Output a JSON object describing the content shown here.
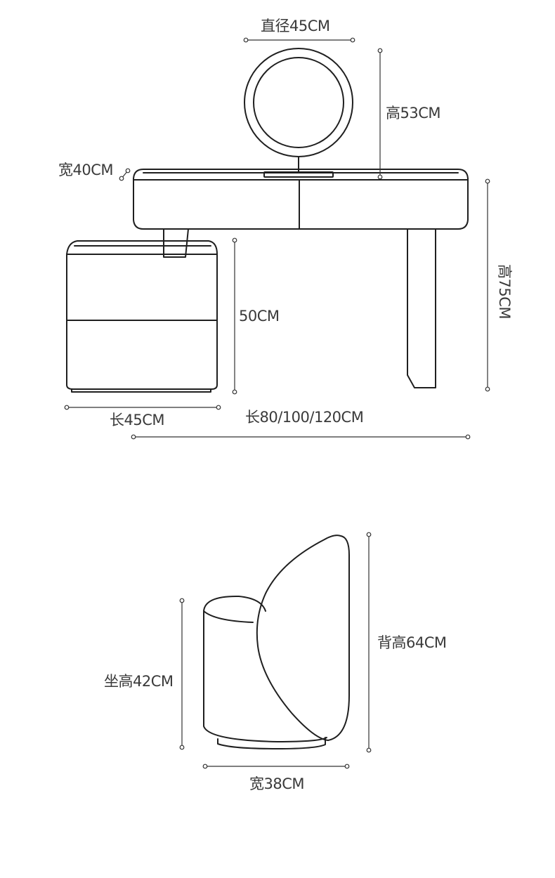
{
  "furniture": {
    "mirror": {
      "diameter_label": "直径45CM",
      "height_label": "高53CM"
    },
    "desk": {
      "depth_label": "宽40CM",
      "height_label": "高75CM",
      "length_label": "长80/100/120CM"
    },
    "cabinet": {
      "height_label": "50CM",
      "length_label": "长45CM"
    },
    "stool": {
      "back_height_label": "背高64CM",
      "seat_height_label": "坐高42CM",
      "width_label": "宽38CM"
    }
  },
  "colors": {
    "line": "#1f1f1f",
    "dimension": "#333333",
    "text": "#3a3a3a"
  }
}
